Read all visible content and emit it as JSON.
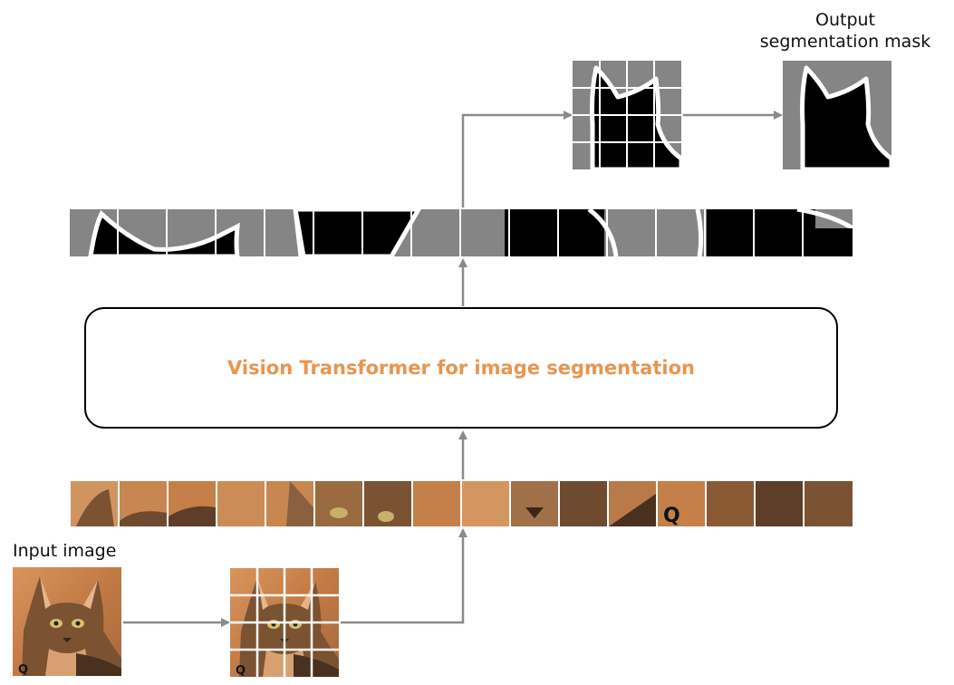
{
  "labels": {
    "input_image": "Input image",
    "output_line1": "Output",
    "output_line2": "segmentation mask",
    "model": "Vision Transformer for image segmentation"
  },
  "colors": {
    "arrow": "#8a8a8a",
    "model_text": "#e8954f",
    "mask_background": "#858585",
    "mask_foreground": "#000000",
    "mask_outline": "#ffffff",
    "cat_warm": "#c7824e",
    "cat_dark": "#5a3a22"
  },
  "icons": {
    "arrow": "arrowhead",
    "input_photo": "cat-photo",
    "output_mask": "cat-silhouette-mask"
  },
  "patch_grid": {
    "rows": 4,
    "cols": 4
  },
  "sequence": {
    "patch_count": 16
  }
}
